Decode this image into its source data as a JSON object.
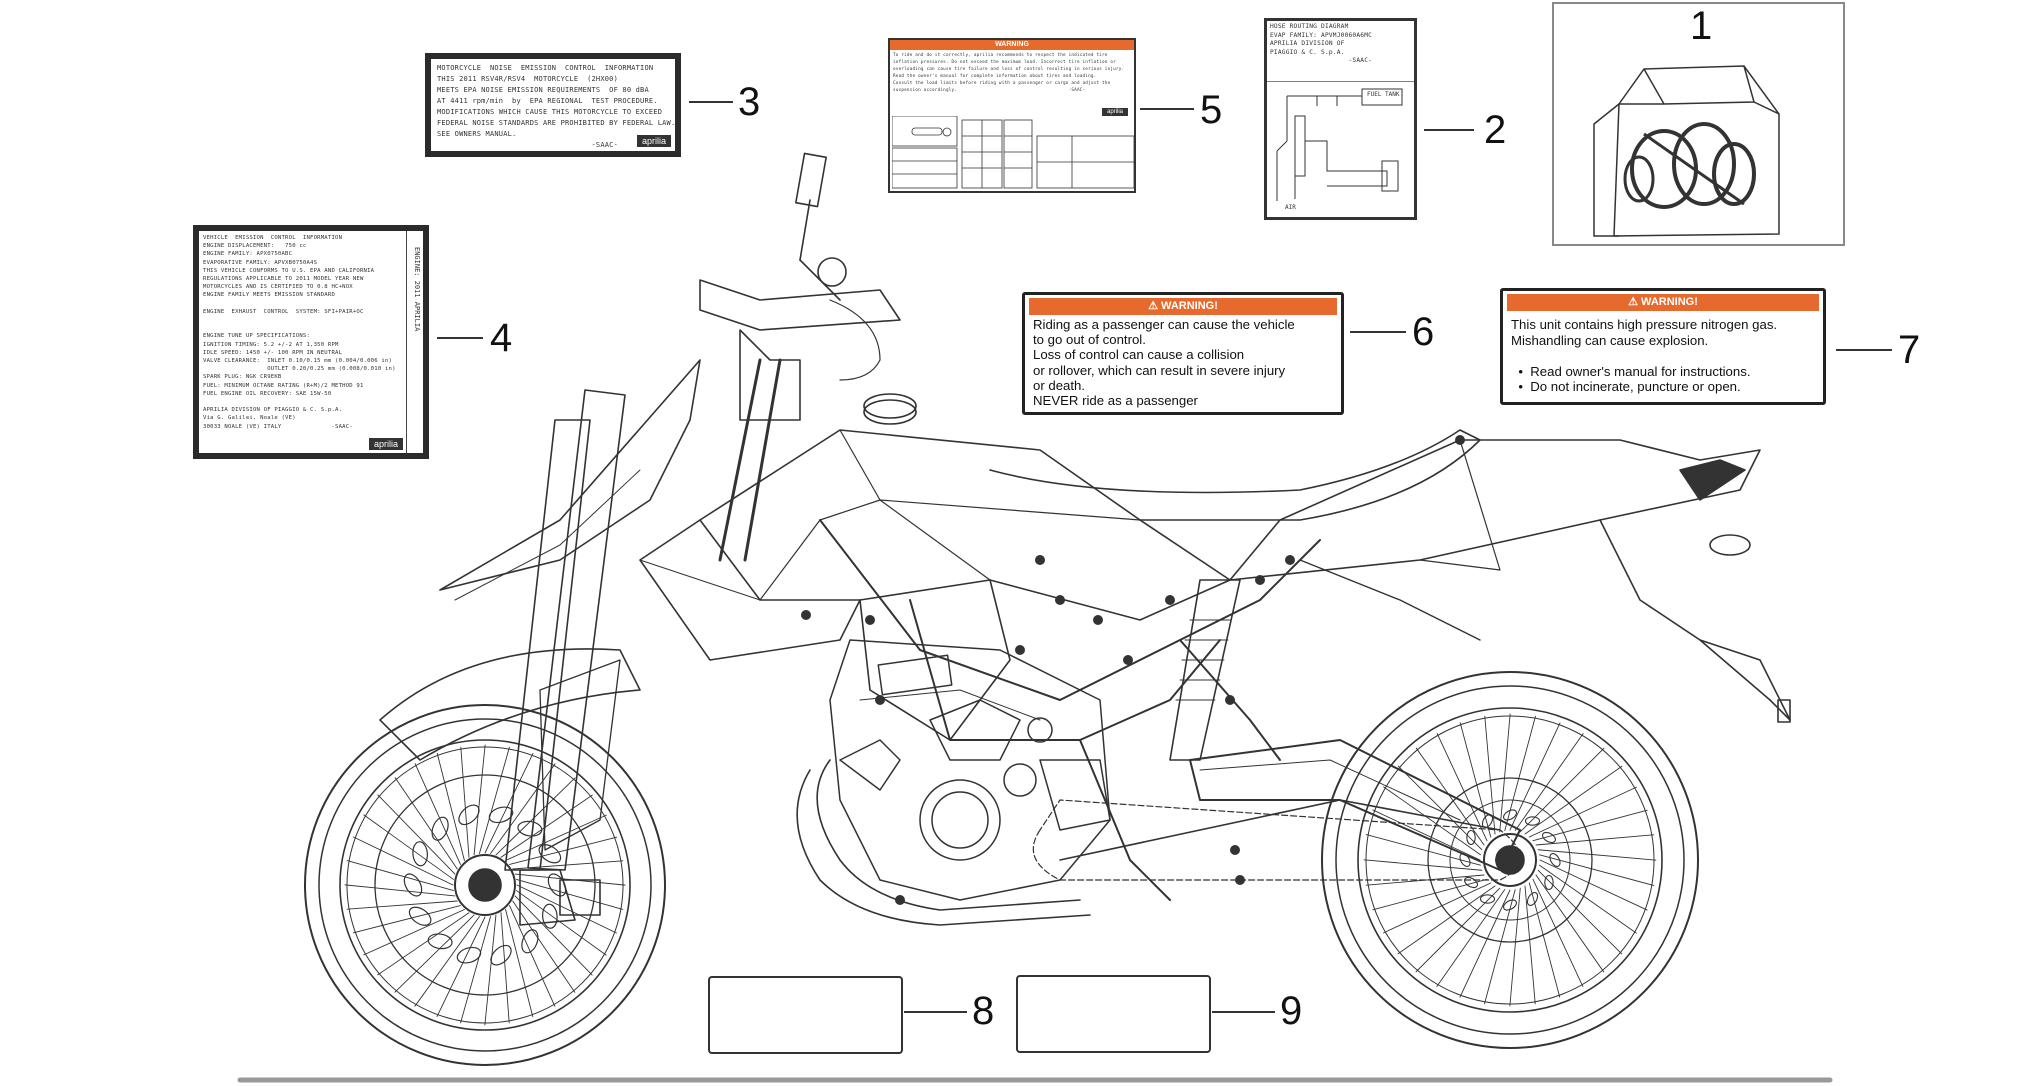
{
  "callouts": [
    "1",
    "2",
    "3",
    "4",
    "5",
    "6",
    "7",
    "8",
    "9"
  ],
  "label3": {
    "text": "MOTORCYCLE  NOISE  EMISSION  CONTROL  INFORMATION\nTHIS 2011 RSV4R/RSV4  MOTORCYCLE  (2HX00)\nMEETS EPA NOISE EMISSION REQUIREMENTS  OF 80 dBA\nAT 4411 rpm/min  by  EPA REGIONAL  TEST PROCEDURE.\nMODIFICATIONS WHICH CAUSE THIS MOTORCYCLE TO EXCEED\nFEDERAL NOISE STANDARDS ARE PROHIBITED BY FEDERAL LAW.\nSEE OWNERS MANUAL.\n                                   -SAAC-",
    "brand": "aprilia"
  },
  "label4": {
    "text": "VEHICLE  EMISSION  CONTROL  INFORMATION\nENGINE DISPLACEMENT:   750 cc\nENGINE FAMILY: APX0750ABC\nEVAPORATIVE FAMILY: APVXB0750A4S\nTHIS VEHICLE CONFORMS TO U.S. EPA AND CALIFORNIA\nREGULATIONS APPLICABLE TO 2011 MODEL YEAR NEW\nMOTORCYCLES AND IS CERTIFIED TO 0.8 HC+NOX\nENGINE FAMILY MEETS EMISSION STANDARD\n\nENGINE  EXHAUST  CONTROL  SYSTEM: SFI+PAIR+OC\n\n\nENGINE TUNE UP SPECIFICATIONS:\nIGNITION TIMING: 5.2 +/-2 AT 1,350 RPM\nIDLE SPEED: 1450 +/- 100 RPM IN NEUTRAL\nVALVE CLEARANCE:  INLET 0.10/0.15 mm (0.004/0.006 in)\n                  OUTLET 0.20/0.25 mm (0.008/0.010 in)\nSPARK PLUG: NGK CR9EKB\nFUEL: MINIMUM OCTANE RATING (R+M)/2 METHOD 91\nFUEL ENGINE OIL RECOVERY: SAE 15W-50\n\nAPRILIA DIVISION OF PIAGGIO & C. S.p.A.\nVia G. Galilei, Noale (VE)\n30033 NOALE (VE) ITALY              -SAAC-",
    "side": "ENGINE: 2011 APRILIA",
    "brand": "aprilia"
  },
  "label5": {
    "header": "WARNING",
    "text": "To ride and do it correctly, aprilia recommends to respect the indicated tire\ninflation pressures. Do not exceed the maximum load. Incorrect tire inflation or\noverloading can cause tire failure and loss of control resulting in serious injury.\nRead the owner's manual for complete information about tires and loading.\nConsult the load limits before riding with a passenger or cargo and adjust the\nsuspension accordingly.                                        -SAAC-",
    "brand": "aprilia"
  },
  "label2": {
    "text": "HOSE ROUTING DIAGRAM\nEVAP FAMILY: APVMJ0060A6MC\nAPRILIA DIVISION OF\nPIAGGIO & C. S.p.A.\n                    -SAAC-",
    "tank": "FUEL TANK",
    "air": "AIR"
  },
  "label6": {
    "header": "⚠ WARNING!",
    "body": "Riding as a passenger can cause the vehicle\nto go out of control.\nLoss of control can cause a collision\nor rollover, which can result in severe injury\nor death.\nNEVER ride as a passenger"
  },
  "label7": {
    "header": "⚠ WARNING!",
    "body": "This unit contains high pressure nitrogen gas.\nMishandling can cause explosion.\n\n  •  Read owner's manual for instructions.\n  •  Do not incinerate, puncture or open."
  },
  "colors": {
    "warning_orange": "#e66a2e",
    "label_border": "#2b2b2b",
    "line": "#333333"
  }
}
